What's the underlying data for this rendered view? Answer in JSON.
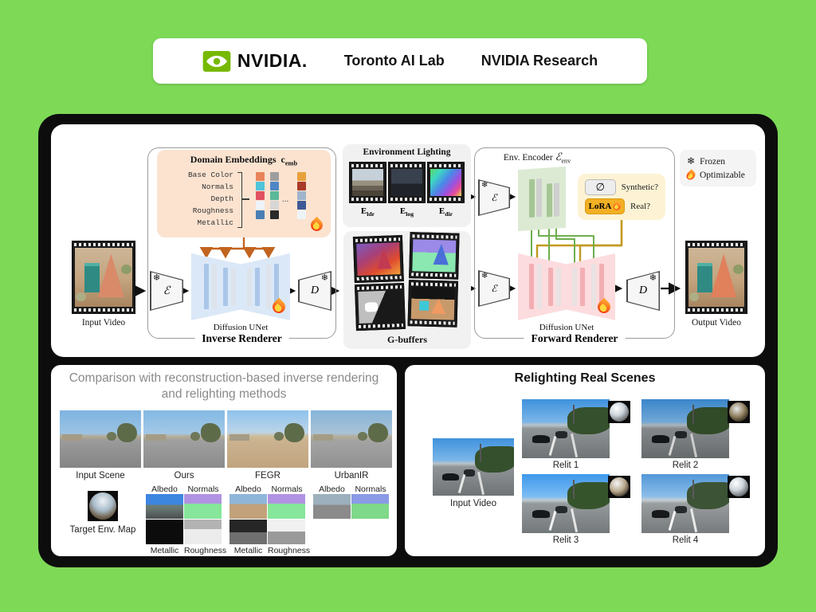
{
  "header": {
    "brand": "NVIDIA.",
    "nav": [
      "Toronto AI Lab",
      "NVIDIA Research"
    ]
  },
  "legend": {
    "snowflake": "❄",
    "frozen": "Frozen",
    "optimizable": "Optimizable"
  },
  "pipeline": {
    "input_label": "Input Video",
    "output_label": "Output Video",
    "encoder_symbol": "ℰ",
    "decoder_symbol": "D",
    "snowflake": "❄",
    "inverse": {
      "box_label": "Inverse Renderer",
      "unet_label": "Diffusion UNet",
      "domain": {
        "title": "Domain Embeddings",
        "symbol_base": "c",
        "symbol_sub": "emb",
        "items": [
          "Base Color",
          "Normals",
          "Depth",
          "Roughness",
          "Metallic"
        ],
        "ellipsis": "...",
        "columns": [
          [
            "#e8845a",
            "#4fc3d9",
            "#e05060",
            "#eef3f8",
            "#4a7fb5"
          ],
          [
            "#9e9e9e",
            "#4f86c6",
            "#5cb899",
            "#d6d6d6",
            "#2a2a2a"
          ],
          [
            "#e8a23c",
            "#a83c28",
            "#9fb4cc",
            "#3d5a96",
            "#eef3f8"
          ]
        ]
      }
    },
    "env_lighting": {
      "title": "Environment Lighting",
      "maps": [
        {
          "base": "E",
          "sub": "ldr"
        },
        {
          "base": "E",
          "sub": "log"
        },
        {
          "base": "E",
          "sub": "dir"
        }
      ]
    },
    "gbuffers": {
      "title": "G-buffers"
    },
    "forward": {
      "box_label": "Forward Renderer",
      "unet_label": "Diffusion UNet",
      "env_encoder": {
        "label": "Env. Encoder",
        "symbol": "ℰ",
        "sub": "env"
      },
      "branch": {
        "empty_symbol": "∅",
        "synthetic": "Synthetic?",
        "lora": "LoRA",
        "real": "Real?"
      }
    }
  },
  "comparison": {
    "title_line1": "Comparison with reconstruction-based inverse rendering",
    "title_line2": "and relighting methods",
    "methods": [
      "Input Scene",
      "Ours",
      "FEGR",
      "UrbanIR"
    ],
    "env_map_label": "Target Env. Map",
    "albedo": "Albedo",
    "normals": "Normals",
    "metallic": "Metallic",
    "roughness": "Roughness"
  },
  "relighting": {
    "title": "Relighting Real Scenes",
    "input_label": "Input Video",
    "items": [
      "Relit 1",
      "Relit 2",
      "Relit 3",
      "Relit 4"
    ]
  },
  "colors": {
    "background": "#7ed957",
    "nvidia_green": "#76b900",
    "frame": "#0d0d0d",
    "domain_box": "#fbe3d0",
    "unet_inverse": "#dbe8f7",
    "unet_forward": "#fcdcde",
    "env_encoder_green": "#dcead3",
    "branch_box": "#fdf3d4",
    "lora_gold": "#f2b024",
    "arrow_orange": "#c2641f",
    "line_green": "#6fae4e",
    "line_gold": "#c29a1f"
  }
}
